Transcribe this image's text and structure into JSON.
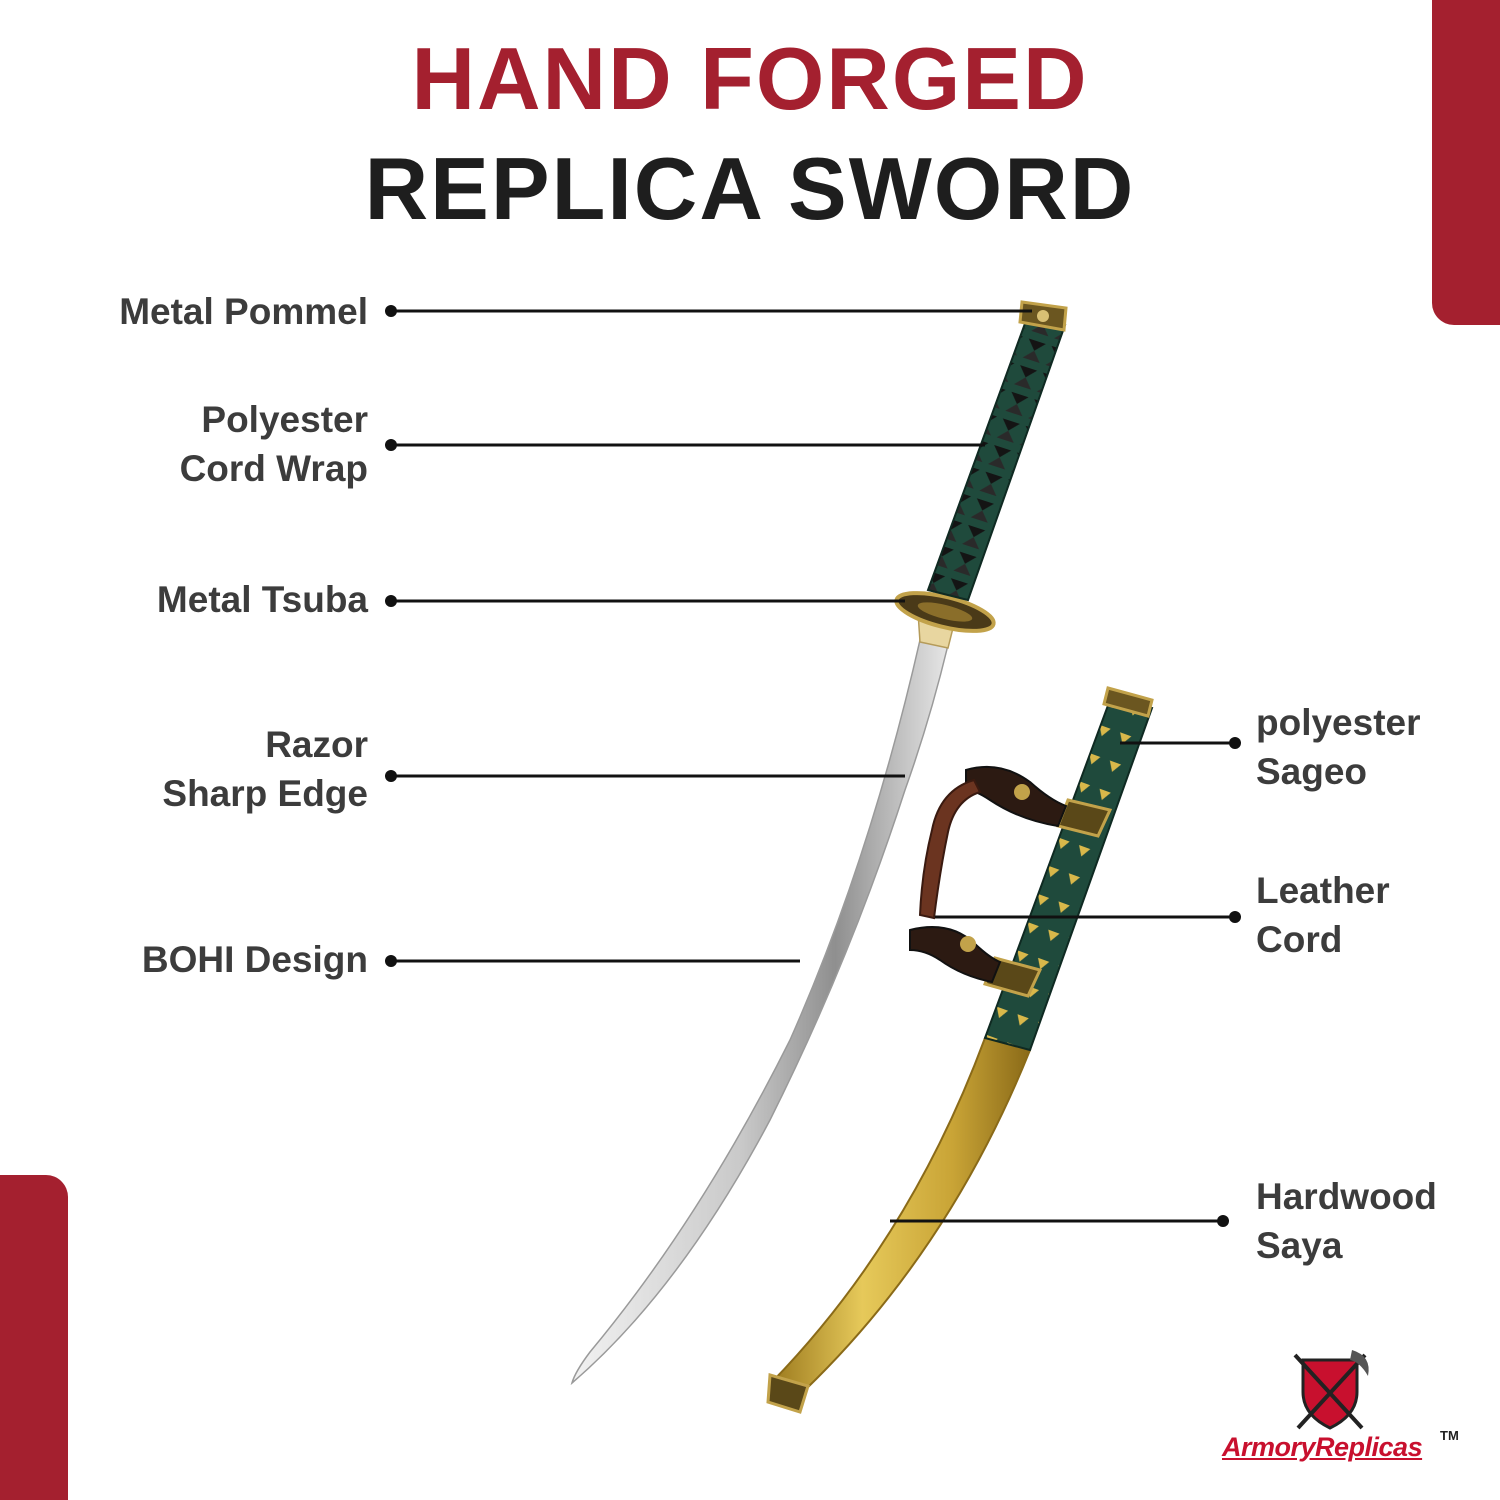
{
  "title": {
    "line1": "HAND FORGED",
    "line2": "REPLICA SWORD"
  },
  "colors": {
    "accent": "#a4202f",
    "title_dark": "#1e1e1e",
    "label": "#3c3c3c",
    "handle_green": "#1f4a3c",
    "saya_gold": "#d4b03c"
  },
  "callouts_left": [
    {
      "lines": [
        "Metal Pommel"
      ]
    },
    {
      "lines": [
        "Polyester",
        "Cord Wrap"
      ]
    },
    {
      "lines": [
        "Metal Tsuba"
      ]
    },
    {
      "lines": [
        "Razor",
        "Sharp Edge"
      ]
    },
    {
      "lines": [
        "BOHI Design"
      ]
    }
  ],
  "callouts_right": [
    {
      "lines": [
        "polyester",
        "Sageo"
      ]
    },
    {
      "lines": [
        "Leather",
        "Cord"
      ]
    },
    {
      "lines": [
        "Hardwood",
        "Saya"
      ]
    }
  ],
  "logo": {
    "text": "ArmoryReplicas",
    "tm": "TM",
    "icon": "crossed-swords-shield-icon"
  }
}
